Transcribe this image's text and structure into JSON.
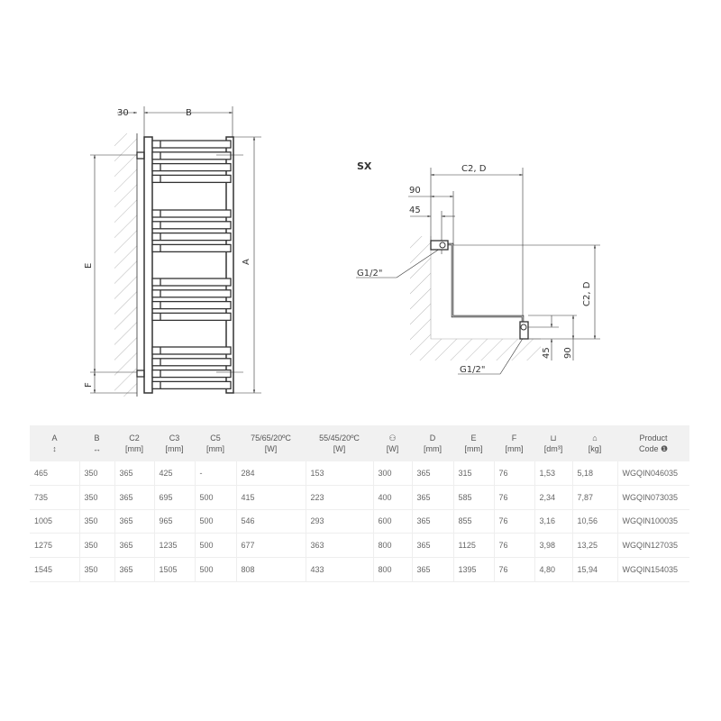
{
  "front_view": {
    "labels": {
      "wall_offset": "30",
      "width": "B",
      "height": "A",
      "axis_spacing": "E",
      "bottom_offset": "F"
    }
  },
  "side_view": {
    "title": "SX",
    "labels": {
      "c2d_top": "C2, D",
      "dim_90_top": "90",
      "dim_45_top": "45",
      "thread_top": "G1/2\"",
      "c2d_right": "C2, D",
      "dim_45_right": "45",
      "dim_90_right": "90",
      "thread_bottom": "G1/2\""
    }
  },
  "table": {
    "headers": [
      {
        "top": "A",
        "sub": "↕"
      },
      {
        "top": "B",
        "sub": "↔"
      },
      {
        "top": "C2",
        "sub": "[mm]"
      },
      {
        "top": "C3",
        "sub": "[mm]"
      },
      {
        "top": "C5",
        "sub": "[mm]"
      },
      {
        "top": "75/65/20ºC",
        "sub": "[W]"
      },
      {
        "top": "55/45/20ºC",
        "sub": "[W]"
      },
      {
        "top": "⚇",
        "sub": "[W]"
      },
      {
        "top": "D",
        "sub": "[mm]"
      },
      {
        "top": "E",
        "sub": "[mm]"
      },
      {
        "top": "F",
        "sub": "[mm]"
      },
      {
        "top": "⊔",
        "sub": "[dm³]"
      },
      {
        "top": "⌂",
        "sub": "[kg]"
      },
      {
        "top": "Product",
        "sub": "Code ❶"
      }
    ],
    "rows": [
      [
        "465",
        "350",
        "365",
        "425",
        "-",
        "284",
        "153",
        "300",
        "365",
        "315",
        "76",
        "1,53",
        "5,18",
        "WGQIN046035"
      ],
      [
        "735",
        "350",
        "365",
        "695",
        "500",
        "415",
        "223",
        "400",
        "365",
        "585",
        "76",
        "2,34",
        "7,87",
        "WGQIN073035"
      ],
      [
        "1005",
        "350",
        "365",
        "965",
        "500",
        "546",
        "293",
        "600",
        "365",
        "855",
        "76",
        "3,16",
        "10,56",
        "WGQIN100035"
      ],
      [
        "1275",
        "350",
        "365",
        "1235",
        "500",
        "677",
        "363",
        "800",
        "365",
        "1125",
        "76",
        "3,98",
        "13,25",
        "WGQIN127035"
      ],
      [
        "1545",
        "350",
        "365",
        "1505",
        "500",
        "808",
        "433",
        "800",
        "365",
        "1395",
        "76",
        "4,80",
        "15,94",
        "WGQIN154035"
      ]
    ]
  }
}
